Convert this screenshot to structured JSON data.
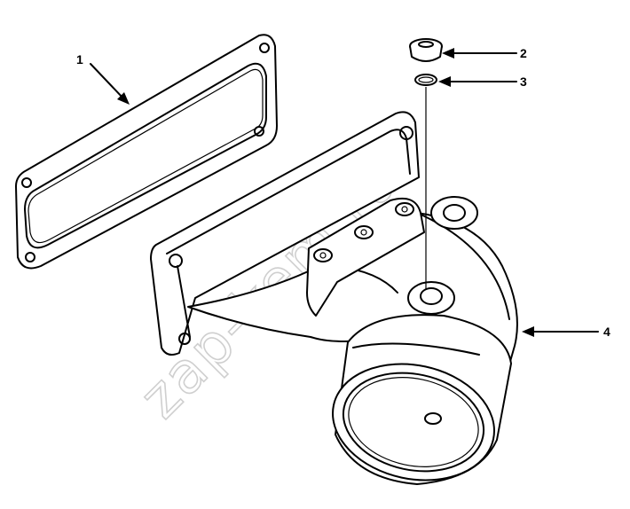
{
  "callouts": [
    {
      "id": "1",
      "label": "1"
    },
    {
      "id": "2",
      "label": "2"
    },
    {
      "id": "3",
      "label": "3"
    },
    {
      "id": "4",
      "label": "4"
    }
  ],
  "watermark": "zap-kem.ru",
  "colors": {
    "line": "#000000",
    "background": "#ffffff",
    "watermark": "#cfcfcf"
  }
}
